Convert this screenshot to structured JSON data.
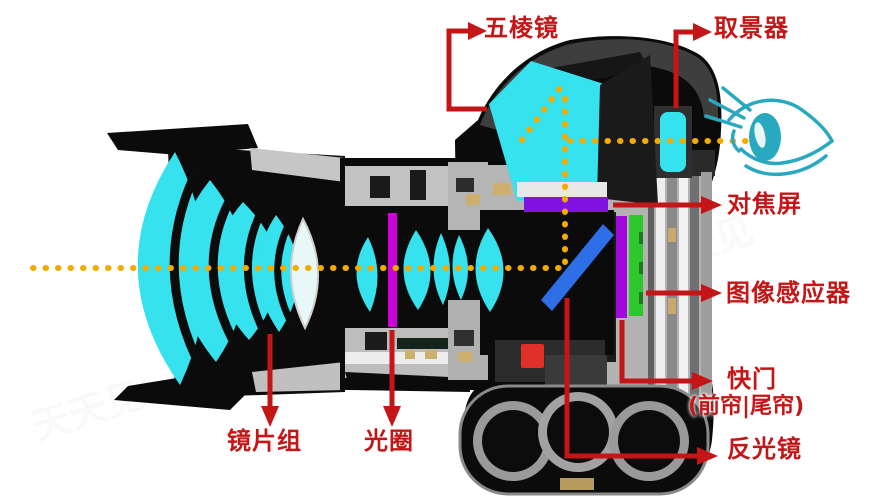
{
  "page": {
    "background": "#ffffff"
  },
  "diagram": {
    "type": "dslr-camera-cutaway",
    "watermark": "天天见",
    "annotations": [
      {
        "id": "pentaprism",
        "label": "五棱镜"
      },
      {
        "id": "viewfinder",
        "label": "取景器"
      },
      {
        "id": "focusing-screen",
        "label": "对焦屏"
      },
      {
        "id": "image-sensor",
        "label": "图像感应器"
      },
      {
        "id": "shutter",
        "label": "快门",
        "sublabel": "(前帘|尾帘)"
      },
      {
        "id": "reflex-mirror",
        "label": "反光镜"
      },
      {
        "id": "lens-group",
        "label": "镜片组"
      },
      {
        "id": "aperture",
        "label": "光圈"
      }
    ],
    "colors": {
      "page_bg": "#ffffff",
      "annotation_red": "#c41616",
      "glass_cyan": "#35e2ee",
      "aperture_magenta": "#cc00d8",
      "focus_screen_purple": "#8012e2",
      "shutter_purple": "#a008dc",
      "sensor_green": "#2cc82c",
      "mirror_blue": "#2e6fe8",
      "light_path_yellow": "#f2ac00",
      "eye_teal": "#29a9bf"
    }
  }
}
